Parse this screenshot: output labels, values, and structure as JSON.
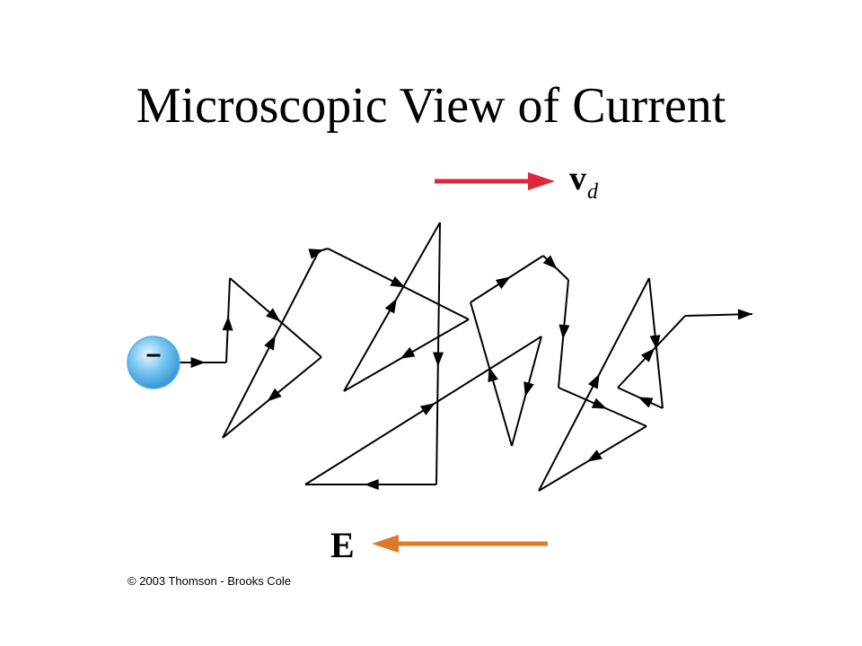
{
  "title": "Microscopic View of Current",
  "drift_velocity": {
    "symbol": "v",
    "subscript": "d",
    "arrow_color": "#e0263a"
  },
  "field": {
    "symbol": "E",
    "arrow_color": "#dd7a2a"
  },
  "electron": {
    "sign": "–",
    "color": "#5fb8ee"
  },
  "copyright": "© 2003 Thomson - Brooks Cole"
}
